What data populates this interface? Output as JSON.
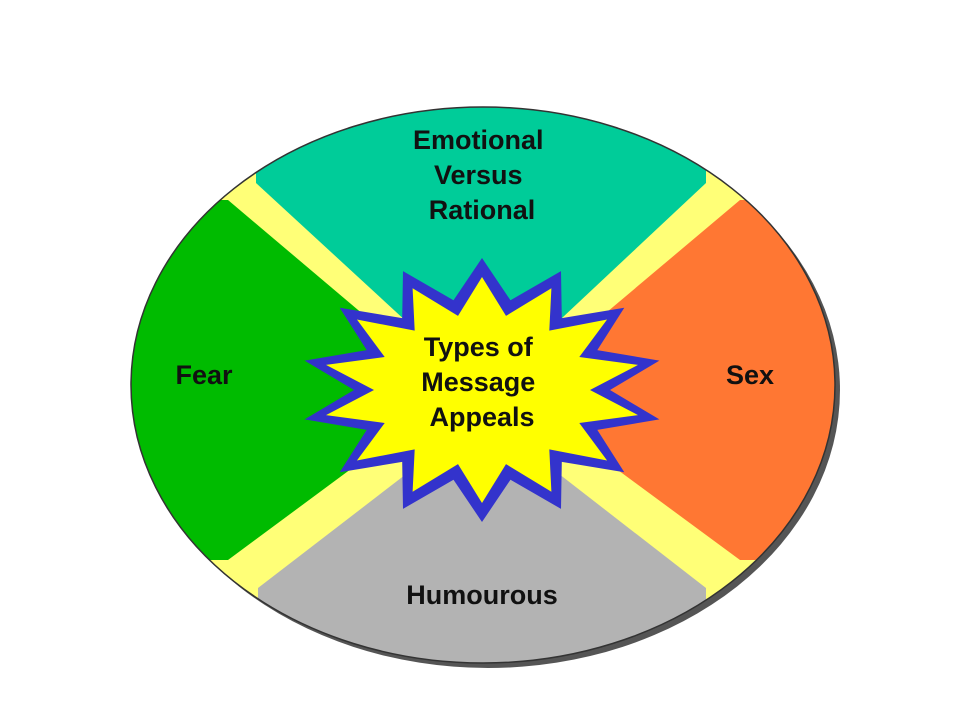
{
  "diagram": {
    "center": {
      "lines": [
        "Types of",
        "Message",
        "Appeals"
      ],
      "fill": "#ffff00",
      "border": "#3333cc"
    },
    "segments": {
      "top": {
        "lines": [
          "Emotional",
          "Versus",
          "Rational"
        ],
        "color": "#00cc99"
      },
      "left": {
        "lines": [
          "Fear"
        ],
        "color": "#00bb00"
      },
      "right": {
        "lines": [
          "Sex"
        ],
        "color": "#ff7733"
      },
      "bottom": {
        "lines": [
          "Humourous"
        ],
        "color": "#b3b3b3"
      }
    },
    "divider_color": "#ffff77"
  }
}
